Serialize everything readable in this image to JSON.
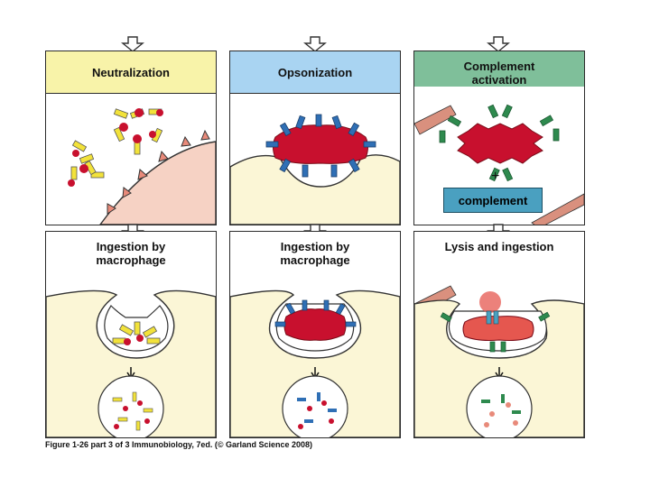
{
  "panels": {
    "neutralization": {
      "title": "Neutralization",
      "color": "#f8f3a9"
    },
    "opsonization": {
      "title": "Opsonization",
      "color": "#a9d4f2"
    },
    "complement_activation": {
      "title": "Complement\nactivation",
      "color": "#7fbf9a"
    },
    "ingestion_1": {
      "title": "Ingestion by\nmacrophage"
    },
    "ingestion_2": {
      "title": "Ingestion by\nmacrophage"
    },
    "lysis": {
      "title": "Lysis and ingestion"
    }
  },
  "plus_sign": "+",
  "complement_label": "complement",
  "caption": "Figure 1-26 part 3 of 3  Immunobiology, 7ed. (© Garland Science 2008)",
  "colors": {
    "antibody_yellow": "#f2e23a",
    "antibody_blue": "#2f6fb5",
    "antibody_green": "#2e8a4e",
    "pathogen_red": "#c8102e",
    "cell_cream": "#fbf6d6",
    "cell_pink": "#f6d2c4",
    "brick": "#d9907e"
  }
}
